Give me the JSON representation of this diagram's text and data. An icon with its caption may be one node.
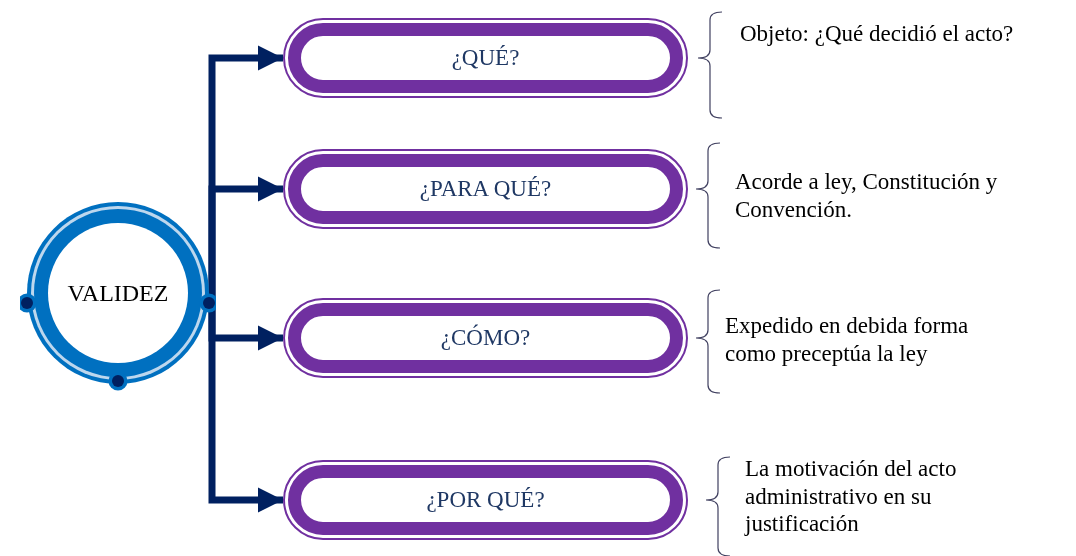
{
  "diagram": {
    "nodes": [
      {
        "text": [
          "VALIDEZ"
        ]
      },
      {
        "text": [
          "¿QUÉ?"
        ],
        "beside": [
          "Objeto: ¿Qué decidió el acto?"
        ]
      },
      {
        "text": [
          "¿PARA QUÉ?"
        ],
        "beside": [
          "Acorde a ley, Constitución y Convención."
        ]
      },
      {
        "text": [
          "¿CÓMO?"
        ],
        "beside": [
          "Expedido en debida forma como preceptúa la ley"
        ]
      },
      {
        "text": [
          "¿POR QUÉ?"
        ],
        "beside": [
          "La motivación del acto administrativo en su justificación"
        ]
      }
    ],
    "edges": [
      {
        "from": 0,
        "to": 1,
        "arrow": "to"
      },
      {
        "from": 0,
        "to": 2,
        "arrow": "to"
      },
      {
        "from": 0,
        "to": 3,
        "arrow": "to"
      },
      {
        "from": 0,
        "to": 4,
        "arrow": "to"
      }
    ]
  }
}
